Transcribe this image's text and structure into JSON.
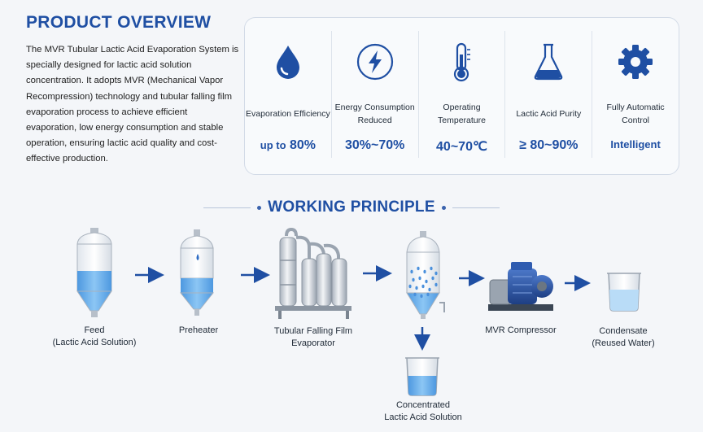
{
  "overview": {
    "title": "PRODUCT OVERVIEW",
    "description": "The MVR Tubular Lactic Acid Evaporation System is specially designed for lactic acid solution concentration. It adopts MVR (Mechanical Vapor Recompression) technology and tubular falling film evaporation process to achieve efficient evaporation, low energy consumption and stable operation, ensuring lactic acid quality and cost-effective production."
  },
  "metrics": [
    {
      "icon": "water-drop-icon",
      "label": "Evaporation Efficiency",
      "value_prefix": "up to",
      "value": "80%"
    },
    {
      "icon": "lightning-icon",
      "label": "Energy Consumption Reduced",
      "value_prefix": "",
      "value": "30%~70%"
    },
    {
      "icon": "thermometer-icon",
      "label": "Operating Temperature",
      "value_prefix": "",
      "value": "40~70℃"
    },
    {
      "icon": "flask-icon",
      "label": "Lactic Acid Purity",
      "value_prefix": "",
      "value": "≥ 80~90%"
    },
    {
      "icon": "gear-icon",
      "label": "Fully Automatic Control",
      "value_prefix": "",
      "value": "Intelligent"
    }
  ],
  "principle": {
    "title": "WORKING PRINCIPLE",
    "stages": {
      "feed": {
        "line1": "Feed",
        "line2": "(Lactic Acid Solution)"
      },
      "preheater": {
        "line1": "Preheater",
        "line2": ""
      },
      "evaporator": {
        "line1": "Tubular Falling Film",
        "line2": "Evaporator"
      },
      "separator": {
        "line1": "Concentrated",
        "line2": "Lactic Acid Solution"
      },
      "compressor": {
        "line1": "MVR Compressor",
        "line2": ""
      },
      "condensate": {
        "line1": "Condensate",
        "line2": "(Reused Water)"
      }
    }
  },
  "colors": {
    "accent": "#1f4fa3",
    "liquid": "#5aa6e8",
    "steel": "#c9d0d8"
  }
}
